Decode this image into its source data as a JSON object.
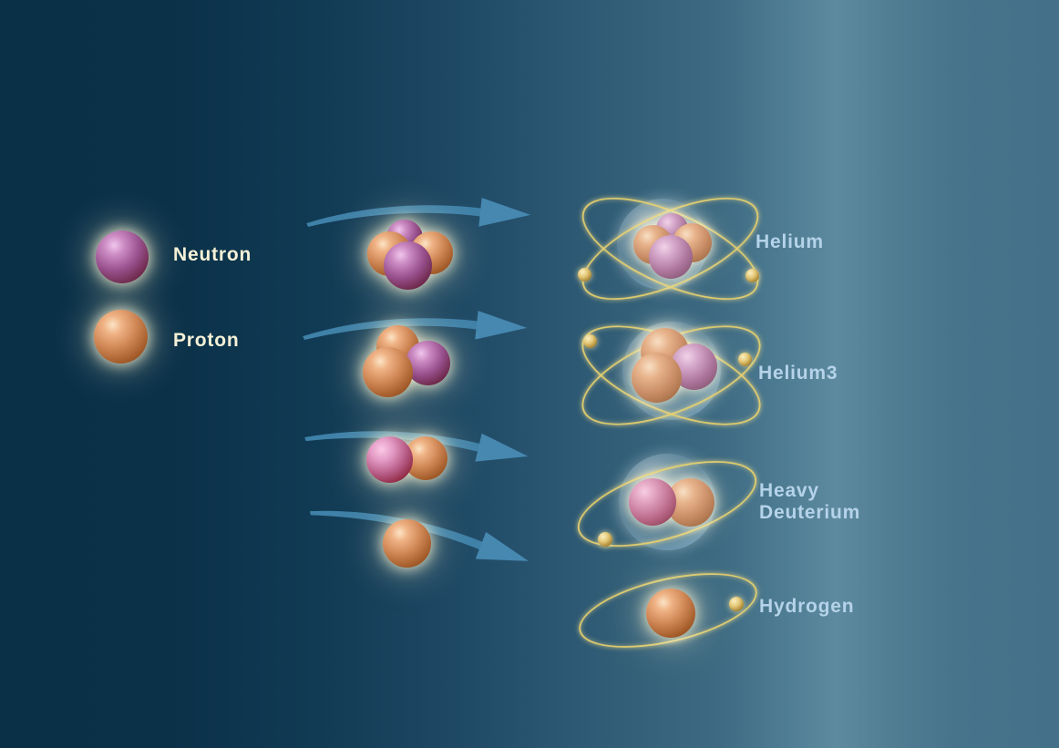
{
  "legend": {
    "items": [
      {
        "id": "neutron",
        "label": "Neutron",
        "color": "#9a5390"
      },
      {
        "id": "proton",
        "label": "Proton",
        "color": "#c17848"
      }
    ]
  },
  "atoms": [
    {
      "id": "helium",
      "label": "Helium",
      "protons": 2,
      "neutrons": 2,
      "electrons": 2,
      "orbit_rings": 2,
      "has_electron_cloud": true
    },
    {
      "id": "helium3",
      "label": "Helium3",
      "protons": 2,
      "neutrons": 1,
      "electrons": 2,
      "orbit_rings": 2,
      "has_electron_cloud": true
    },
    {
      "id": "heavy-deuterium",
      "label_line1": "Heavy",
      "label_line2": "Deuterium",
      "protons": 1,
      "neutrons": 1,
      "electrons": 1,
      "orbit_rings": 1,
      "has_electron_cloud": true
    },
    {
      "id": "hydrogen",
      "label": "Hydrogen",
      "protons": 1,
      "neutrons": 0,
      "electrons": 1,
      "orbit_rings": 1,
      "has_electron_cloud": false
    }
  ],
  "icons": {
    "arrow": "curved-right-arrow"
  },
  "colors": {
    "background_left": "#0a3048",
    "background_right": "#44708a",
    "background_light_band": "#5d8a9e",
    "arrow": "#3f81a8",
    "orbit_gold": "#e4cf6e",
    "electron_gold": "#e4c877",
    "legend_text": "#f4f1d6",
    "atom_label_text": "#b5d3e9",
    "glow": "#fdf8d9"
  }
}
